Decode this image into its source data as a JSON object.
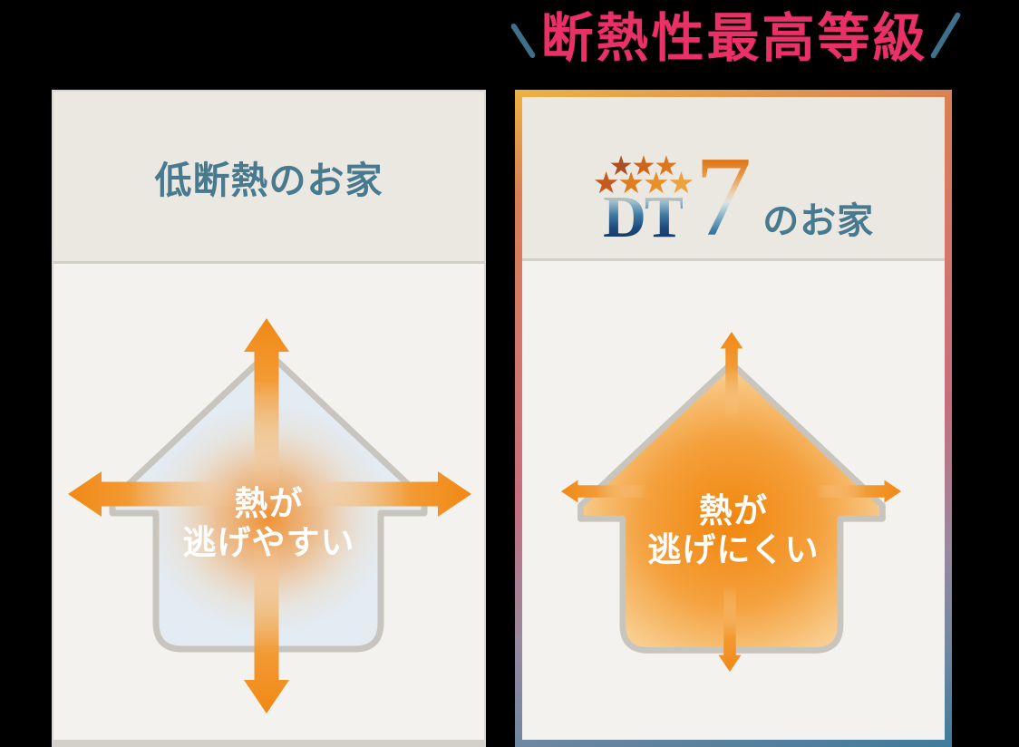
{
  "banner": {
    "title": "断熱性最高等級"
  },
  "left_panel": {
    "title": "低断熱のお家",
    "label_line1": "熱が",
    "label_line2": "逃げやすい"
  },
  "right_panel": {
    "logo": {
      "stars_row1": [
        "★",
        "★",
        "★"
      ],
      "stars_row2": [
        "★",
        "★",
        "★",
        "★"
      ],
      "dt": "DT",
      "seven": "7",
      "suffix": "のお家"
    },
    "label_line1": "熱が",
    "label_line2": "逃げにくい"
  },
  "colors": {
    "page_background": "#000000",
    "accent_pink": "#E93168",
    "slash_teal": "#3E708A",
    "teal_text": "#47798F",
    "header_beige": "#EBE8E2",
    "body_beige": "#F4F2EE",
    "arrow_orange": "#F18816",
    "house_outline_gray": "#C8C5BF",
    "cold_house_fill": "#E3EBF3",
    "warm_glow": "#F1860D",
    "frame_gradient": [
      "#EDB243",
      "#D97E55",
      "#C66E7E",
      "#97899F",
      "#3E7B9D"
    ]
  }
}
